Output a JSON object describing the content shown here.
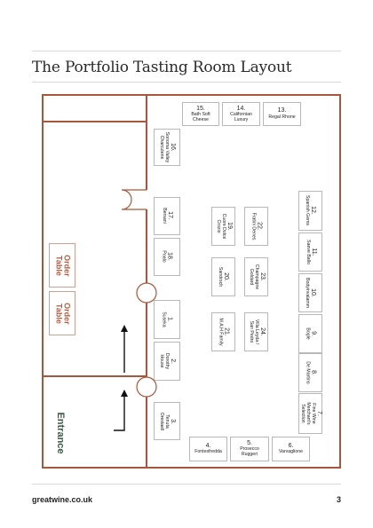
{
  "page": {
    "title": "The Portfolio Tasting Room Layout",
    "footer_site": "greatwine.co.uk",
    "page_number": "3"
  },
  "labels": {
    "entrance": "Entrance",
    "order_table_1": "Order\nTable",
    "order_table_2": "Order\nTable"
  },
  "stands": [
    {
      "id": "s15",
      "num": "15.",
      "name": "Bath Soft Cheese"
    },
    {
      "id": "s14",
      "num": "14.",
      "name": "Californian Luxury"
    },
    {
      "id": "s13",
      "num": "13.",
      "name": "Regal Rhone"
    },
    {
      "id": "s16",
      "num": "16.",
      "name": "Sonoma Valley Charcuterie"
    },
    {
      "id": "s17",
      "num": "17.",
      "name": "Bersani"
    },
    {
      "id": "s18",
      "num": "18.",
      "name": "Poalo"
    },
    {
      "id": "s1",
      "num": "1.",
      "name": "Suseka"
    },
    {
      "id": "s2",
      "num": "2.",
      "name": "Dorothy House"
    },
    {
      "id": "s3",
      "num": "3.",
      "name": "Tenuta Orestaell"
    },
    {
      "id": "s19",
      "num": "19.",
      "name": "Cuore Dolce Crozio"
    },
    {
      "id": "s22",
      "num": "22.",
      "name": "Fratini Denes"
    },
    {
      "id": "s20",
      "num": "20.",
      "name": "Sandroch"
    },
    {
      "id": "s23",
      "num": "23.",
      "name": "Champagne Goldard"
    },
    {
      "id": "s21",
      "num": "21.",
      "name": "M.A.H Family"
    },
    {
      "id": "s24",
      "num": "24.",
      "name": "Villa Leyda / San Pedro"
    },
    {
      "id": "s4",
      "num": "4.",
      "name": "Fontesfredda"
    },
    {
      "id": "s5",
      "num": "5.",
      "name": "Prosecco Ruggeri"
    },
    {
      "id": "s6",
      "num": "6.",
      "name": "Varvaglione"
    },
    {
      "id": "s12",
      "num": "12.",
      "name": "Spanish Gems"
    },
    {
      "id": "s11",
      "num": "11.",
      "name": "Saeve Ballo"
    },
    {
      "id": "s10",
      "num": "10.",
      "name": "Bodyinvalamm"
    },
    {
      "id": "s9",
      "num": "9.",
      "name": "Bogle"
    },
    {
      "id": "s8",
      "num": "8.",
      "name": "De Martino"
    },
    {
      "id": "s7",
      "num": "7.",
      "name": "Fine Wine Merchant's Selection"
    }
  ],
  "colors": {
    "wall": "#a9573b",
    "entrance": "#3a5a44",
    "order_text": "#b55a3c"
  }
}
